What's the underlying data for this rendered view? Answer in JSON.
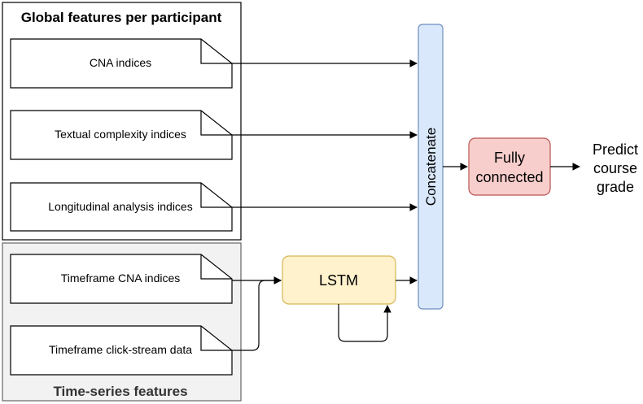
{
  "global_group": {
    "title": "Global features per participant",
    "inputs": [
      "CNA indices",
      "Textual complexity indices",
      "Longitudinal analysis indices"
    ]
  },
  "timeseries_group": {
    "title": "Time-series features",
    "inputs": [
      "Timeframe CNA indices",
      "Timeframe click-stream data"
    ]
  },
  "nodes": {
    "concatenate": "Concatenate",
    "lstm": "LSTM",
    "fully_connected": [
      "Fully",
      "connected"
    ],
    "output": [
      "Predict",
      "course",
      "grade"
    ]
  },
  "colors": {
    "timeseries_bg": "#f2f2f2",
    "concat_fill": "#dae8fc",
    "concat_stroke": "#6c8ebf",
    "lstm_fill": "#fff2cc",
    "lstm_stroke": "#d6b656",
    "fc_fill": "#f8cecc",
    "fc_stroke": "#b85450"
  }
}
